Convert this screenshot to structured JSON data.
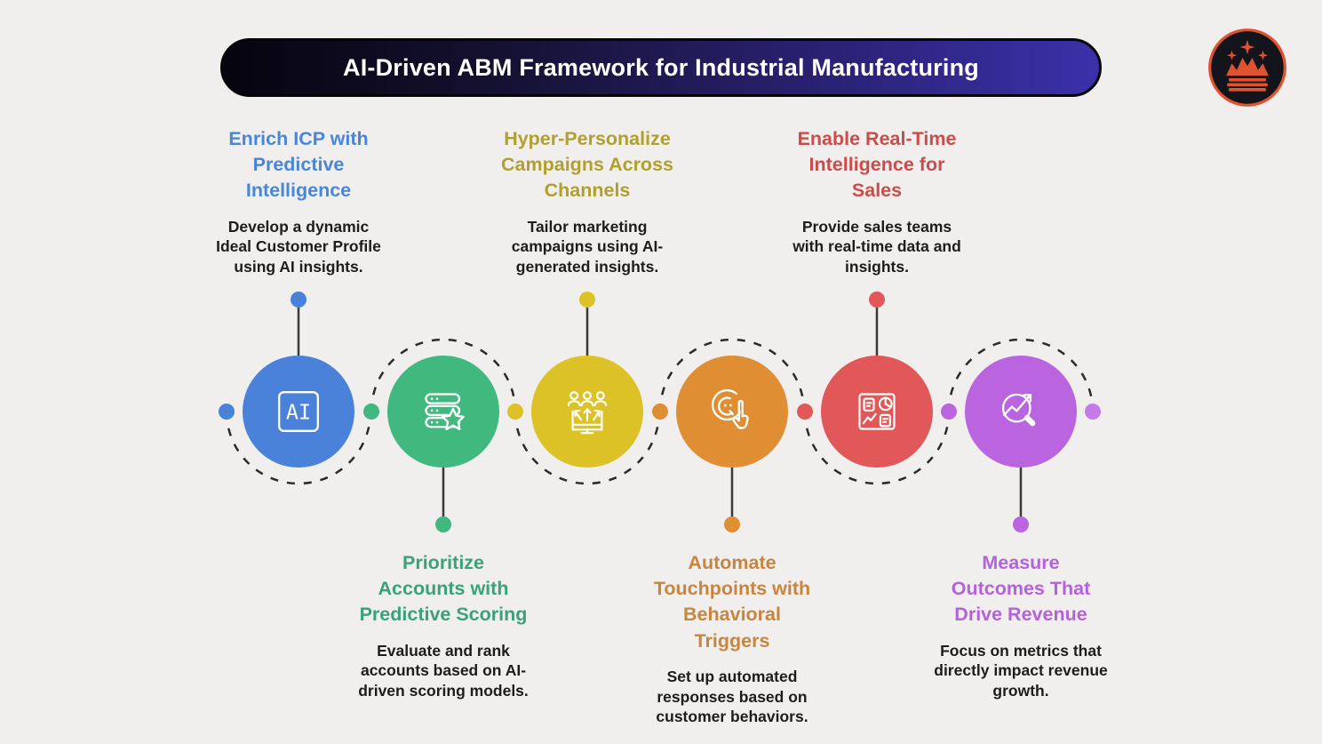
{
  "page": {
    "background": "#f0efee"
  },
  "banner": {
    "title": "AI-Driven ABM Framework for Industrial Manufacturing",
    "gradient_start": "#06040e",
    "gradient_end": "#3b30aa",
    "text_color": "#ffffff",
    "border_color": "#050505"
  },
  "logo": {
    "name": "crown-mountain-logo",
    "background": "#14141d",
    "ring_color": "#e0532f",
    "crown_color": "#e0532f"
  },
  "timeline": {
    "line_color": "#3a3a3a",
    "dash_color": "#2b2b2b",
    "dots": [
      {
        "color": "#4a82d9"
      },
      {
        "color": "#40b87e"
      },
      {
        "color": "#dcc226"
      },
      {
        "color": "#df8e34"
      },
      {
        "color": "#e25757"
      },
      {
        "color": "#bb64e0"
      },
      {
        "color": "#c47ae8"
      }
    ]
  },
  "steps": [
    {
      "position": "top",
      "title": "Enrich ICP with\nPredictive\nIntelligence",
      "title_color": "#4a86d8",
      "description": "Develop a dynamic\nIdeal Customer Profile\nusing AI insights.",
      "color": "#4a82d9",
      "icon": "ai-chip-icon",
      "icon_label": "AI"
    },
    {
      "position": "bottom",
      "title": "Prioritize\nAccounts with\nPredictive Scoring",
      "title_color": "#39a377",
      "description": "Evaluate and rank\naccounts based on AI-\ndriven scoring models.",
      "color": "#40b87e",
      "icon": "database-star-icon"
    },
    {
      "position": "top",
      "title": "Hyper-Personalize\nCampaigns Across\nChannels",
      "title_color": "#b1a02e",
      "description": "Tailor marketing\ncampaigns using AI-\ngenerated insights.",
      "color": "#dcc226",
      "icon": "audience-broadcast-icon"
    },
    {
      "position": "bottom",
      "title": "Automate\nTouchpoints with\nBehavioral\nTriggers",
      "title_color": "#c8853f",
      "description": "Set up automated\nresponses based on\ncustomer behaviors.",
      "color": "#df8e34",
      "icon": "touch-interaction-icon"
    },
    {
      "position": "top",
      "title": "Enable Real-Time\nIntelligence for\nSales",
      "title_color": "#cd4b4b",
      "description": "Provide sales teams\nwith real-time data and\ninsights.",
      "color": "#e25757",
      "icon": "dashboard-analytics-icon"
    },
    {
      "position": "bottom",
      "title": "Measure\nOutcomes That\nDrive Revenue",
      "title_color": "#b561dc",
      "description": "Focus on metrics that\ndirectly impact revenue\ngrowth.",
      "color": "#bb64e0",
      "icon": "trend-search-icon"
    }
  ]
}
